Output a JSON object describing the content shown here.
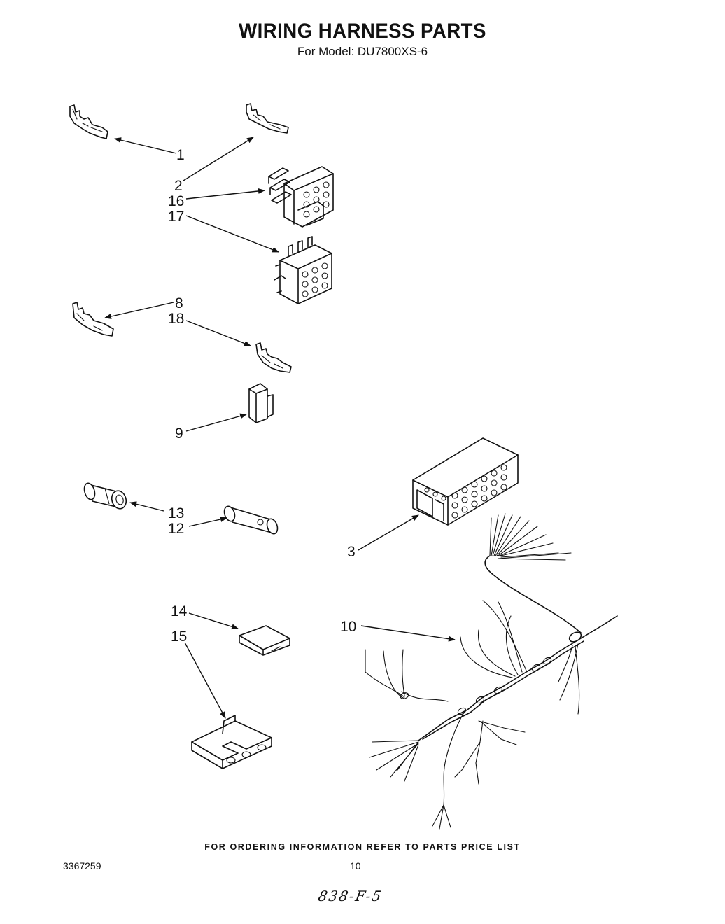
{
  "header": {
    "title": "WIRING HARNESS PARTS",
    "subtitle": "For Model: DU7800XS-6"
  },
  "callouts": {
    "p1": "1",
    "p2": "2",
    "p16": "16",
    "p17": "17",
    "p8": "8",
    "p18": "18",
    "p9": "9",
    "p13": "13",
    "p12": "12",
    "p3": "3",
    "p14": "14",
    "p15": "15",
    "p10": "10"
  },
  "footer": {
    "note": "FOR ORDERING INFORMATION REFER TO PARTS PRICE LIST",
    "doc_number": "3367259",
    "page_number": "10",
    "handwritten": "838-F-5"
  }
}
